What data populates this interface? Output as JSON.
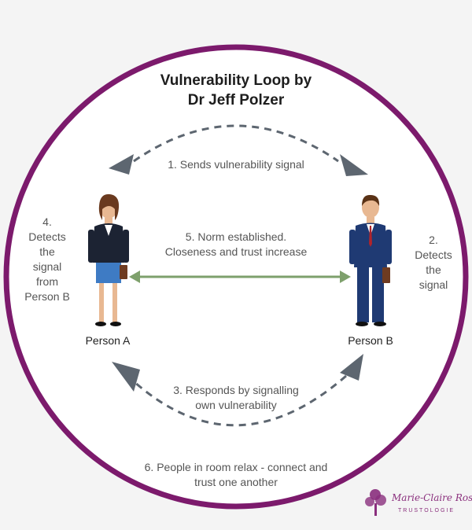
{
  "diagram": {
    "title": [
      "Vulnerability Loop by",
      "Dr Jeff Polzer"
    ],
    "steps": {
      "step1": [
        "1. Sends vulnerability signal"
      ],
      "step2": [
        "2.",
        "Detects",
        "the",
        "signal"
      ],
      "step3": [
        "3. Responds by signalling",
        "own vulnerability"
      ],
      "step4": [
        "4.",
        "Detects",
        "the",
        "signal",
        "from",
        "Person B"
      ],
      "step5": [
        "5. Norm established.",
        "Closeness and trust increase"
      ],
      "step6": [
        "6. People in room relax - connect and",
        "trust one another"
      ]
    },
    "person_a": "Person A",
    "person_b": "Person B",
    "logo": {
      "name": "Marie-Claire Ross",
      "tagline": "TRUSTOLOGIE"
    }
  },
  "colors": {
    "circle": "#7c1a6c",
    "arrow": "#5d6670",
    "norm_arrow": "#7ea06c",
    "suit_a": "#1c2333",
    "skirt_a": "#3e7bc4",
    "suit_b": "#1f3a73"
  }
}
